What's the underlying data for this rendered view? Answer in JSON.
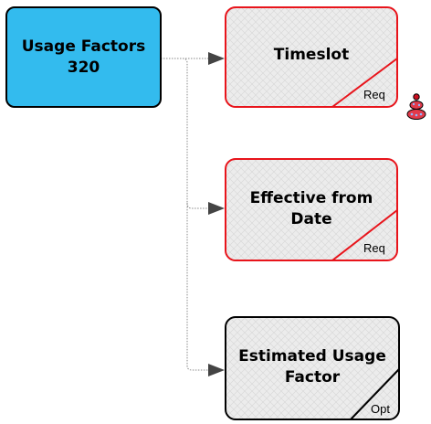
{
  "source_entity": {
    "label": "Usage Factors\n320",
    "fill": "#33bbee",
    "border": "#000000"
  },
  "target_entities": [
    {
      "label": "Timeslot",
      "tag": "Req",
      "border": "#e8141b",
      "has_icon": true
    },
    {
      "label": "Effective from\nDate",
      "tag": "Req",
      "border": "#e8141b",
      "has_icon": false
    },
    {
      "label": "Estimated Usage\nFactor",
      "tag": "Opt",
      "border": "#000000",
      "has_icon": false
    }
  ],
  "colors": {
    "required": "#e8141b",
    "optional": "#000000",
    "target_fill": "#ececec",
    "connector": "#888888",
    "arrow": "#444444"
  },
  "icons": [
    "key-stack-icon"
  ]
}
